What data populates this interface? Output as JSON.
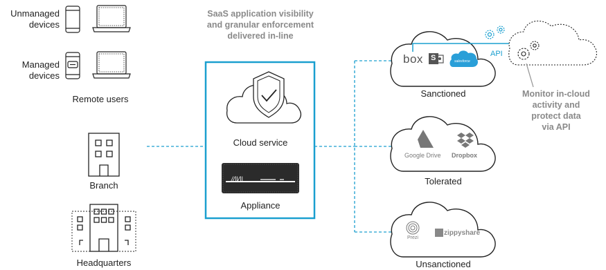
{
  "users": {
    "unmanaged_label_1": "Unmanaged",
    "unmanaged_label_2": "devices",
    "managed_label_1": "Managed",
    "managed_label_2": "devices",
    "remote_users_label": "Remote users"
  },
  "sites": {
    "branch_label": "Branch",
    "hq_label": "Headquarters"
  },
  "center": {
    "heading_1": "SaaS application visibility",
    "heading_2": "and granular enforcement",
    "heading_3": "delivered in-line",
    "cloud_service_label": "Cloud service",
    "appliance_label": "Appliance"
  },
  "clouds": {
    "sanctioned_label": "Sanctioned",
    "tolerated_label": "Tolerated",
    "unsanctioned_label": "Unsanctioned",
    "api_label": "API",
    "box_brand": "box",
    "salesforce_brand": "salesforce",
    "sharepoint_brand": "S",
    "google_drive_brand": "Google Drive",
    "dropbox_brand": "Dropbox",
    "prezi_brand": "Prezi",
    "zippyshare_brand": "zippyshare"
  },
  "monitor": {
    "line_1": "Monitor in-cloud",
    "line_2": "activity and",
    "line_3": "protect data",
    "line_4": "via API"
  },
  "colors": {
    "accent_blue": "#1a9fcf",
    "gray_text": "#8a8a8a",
    "salesforce_blue": "#2a9fd8"
  }
}
